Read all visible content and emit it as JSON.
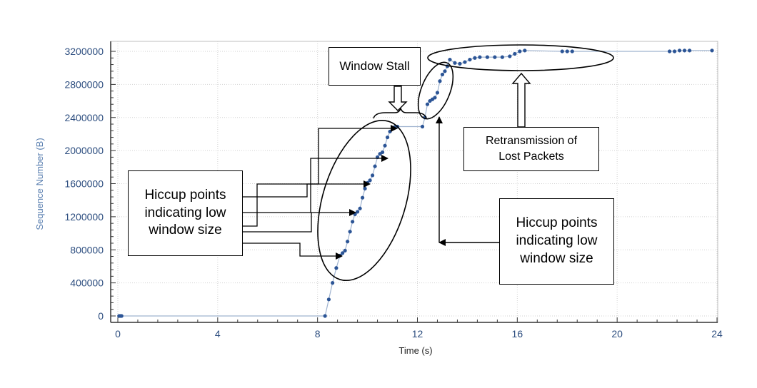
{
  "chart_data": {
    "type": "scatter",
    "xlabel": "Time (s)",
    "ylabel": "Sequence Number (B)",
    "xlim": [
      0,
      24
    ],
    "ylim": [
      0,
      3200000
    ],
    "xticks": [
      0,
      4,
      8,
      12,
      16,
      20,
      24
    ],
    "yticks": [
      0,
      400000,
      800000,
      1200000,
      1600000,
      2000000,
      2400000,
      2800000,
      3200000
    ],
    "grid": true,
    "point_color": "#2c5596",
    "line_color": "#9fb3cf",
    "series": [
      {
        "x": [
          0.05,
          0.1,
          0.15,
          8.3,
          8.45,
          8.6,
          8.75,
          8.9,
          9.0,
          9.1,
          9.2,
          9.3,
          9.4,
          9.5,
          9.6,
          9.7,
          9.8,
          9.9,
          10.0,
          10.1,
          10.2,
          10.3,
          10.4,
          10.5,
          10.6,
          10.7,
          10.8,
          10.9,
          11.0,
          11.1,
          11.2,
          12.2,
          12.3,
          12.4,
          12.5,
          12.6,
          12.7,
          12.8,
          12.9,
          13.0,
          13.1,
          13.2,
          13.3,
          13.5,
          13.7,
          13.9,
          14.1,
          14.3,
          14.5,
          14.8,
          15.1,
          15.4,
          15.7,
          15.9,
          16.1,
          16.3,
          17.8,
          18.0,
          18.2,
          22.1,
          22.3,
          22.5,
          22.7,
          22.9,
          23.8
        ],
        "y": [
          0,
          0,
          0,
          0,
          200000,
          400000,
          580000,
          730000,
          760000,
          790000,
          900000,
          1020000,
          1140000,
          1230000,
          1260000,
          1300000,
          1430000,
          1540000,
          1610000,
          1640000,
          1700000,
          1810000,
          1920000,
          1960000,
          1980000,
          2060000,
          2160000,
          2230000,
          2270000,
          2285000,
          2290000,
          2290000,
          2400000,
          2560000,
          2600000,
          2620000,
          2640000,
          2700000,
          2840000,
          2920000,
          2960000,
          3020000,
          3100000,
          3060000,
          3050000,
          3070000,
          3100000,
          3120000,
          3130000,
          3130000,
          3130000,
          3130000,
          3140000,
          3170000,
          3200000,
          3210000,
          3200000,
          3200000,
          3200000,
          3200000,
          3200000,
          3210000,
          3210000,
          3210000,
          3210000
        ]
      }
    ]
  },
  "annotations": {
    "window_stall": "Window Stall",
    "retransmission": "Retransmission of\nLost Packets",
    "hiccup_left": "Hiccup points\nindicating low\nwindow size",
    "hiccup_right": "Hiccup points\nindicating low\nwindow size"
  }
}
